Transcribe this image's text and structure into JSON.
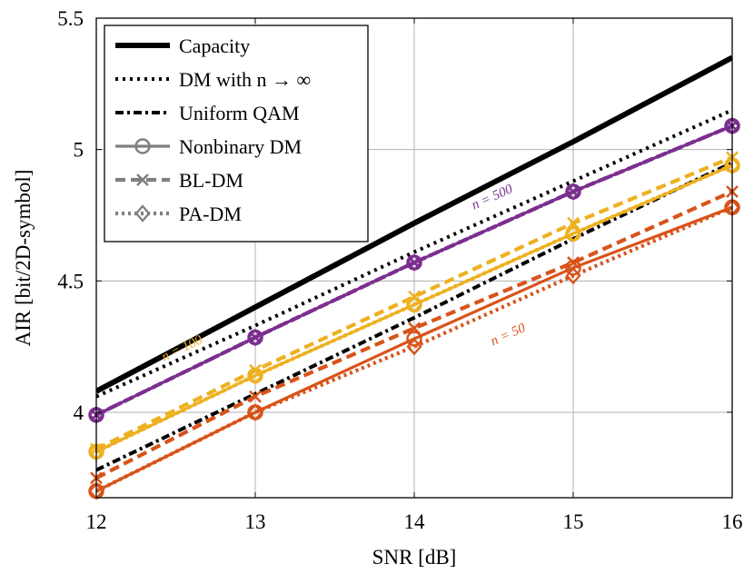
{
  "chart_data": {
    "type": "line",
    "xlabel": "SNR [dB]",
    "ylabel": "AIR [bit/2D-symbol]",
    "xlim": [
      12,
      16
    ],
    "ylim": [
      3.675,
      5.5
    ],
    "xticks": [
      "12",
      "13",
      "14",
      "15",
      "16"
    ],
    "yticks": [
      "4",
      "4.5",
      "5",
      "5.5"
    ],
    "grid": true,
    "legend_position": "top-left",
    "x": [
      12,
      13,
      14,
      15,
      16
    ],
    "reference_series": [
      {
        "name": "Capacity",
        "style": "solid-thick",
        "color": "#000000",
        "values": [
          4.08,
          4.4,
          4.72,
          5.03,
          5.35
        ]
      },
      {
        "name": "DM with n → ∞",
        "style": "dotted",
        "color": "#000000",
        "values": [
          4.06,
          4.33,
          4.61,
          4.88,
          5.15
        ]
      },
      {
        "name": "Uniform QAM",
        "style": "dashdot",
        "color": "#000000",
        "values": [
          3.78,
          4.07,
          4.36,
          4.66,
          4.95
        ]
      }
    ],
    "legend_markers": [
      {
        "name": "Nonbinary DM",
        "style": "solid",
        "marker": "circle",
        "color": "#7f7f7f"
      },
      {
        "name": "BL-DM",
        "style": "dashed",
        "marker": "x",
        "color": "#7f7f7f"
      },
      {
        "name": "PA-DM",
        "style": "dotted",
        "marker": "diamond",
        "color": "#7f7f7f"
      }
    ],
    "groups": [
      {
        "label": "n = 500",
        "color": "#7b2f8e",
        "series": [
          {
            "method": "Nonbinary DM",
            "values": [
              3.99,
              4.285,
              4.57,
              4.84,
              5.09
            ]
          },
          {
            "method": "BL-DM",
            "values": [
              3.99,
              4.285,
              4.57,
              4.84,
              5.09
            ]
          },
          {
            "method": "PA-DM",
            "values": [
              3.99,
              4.285,
              4.57,
              4.84,
              5.09
            ]
          }
        ]
      },
      {
        "label": "n = 100",
        "color": "#edb120",
        "series": [
          {
            "method": "Nonbinary DM",
            "values": [
              3.85,
              4.14,
              4.41,
              4.68,
              4.94
            ]
          },
          {
            "method": "BL-DM",
            "values": [
              3.86,
              4.16,
              4.44,
              4.72,
              4.97
            ]
          },
          {
            "method": "PA-DM",
            "values": [
              3.85,
              4.14,
              4.41,
              4.68,
              4.94
            ]
          }
        ]
      },
      {
        "label": "n = 50",
        "color": "#d95319",
        "series": [
          {
            "method": "Nonbinary DM",
            "values": [
              3.7,
              4.0,
              4.28,
              4.55,
              4.78
            ]
          },
          {
            "method": "BL-DM",
            "values": [
              3.75,
              4.06,
              4.32,
              4.57,
              4.84
            ]
          },
          {
            "method": "PA-DM",
            "values": [
              3.7,
              4.0,
              4.25,
              4.52,
              4.78
            ]
          }
        ]
      }
    ]
  }
}
